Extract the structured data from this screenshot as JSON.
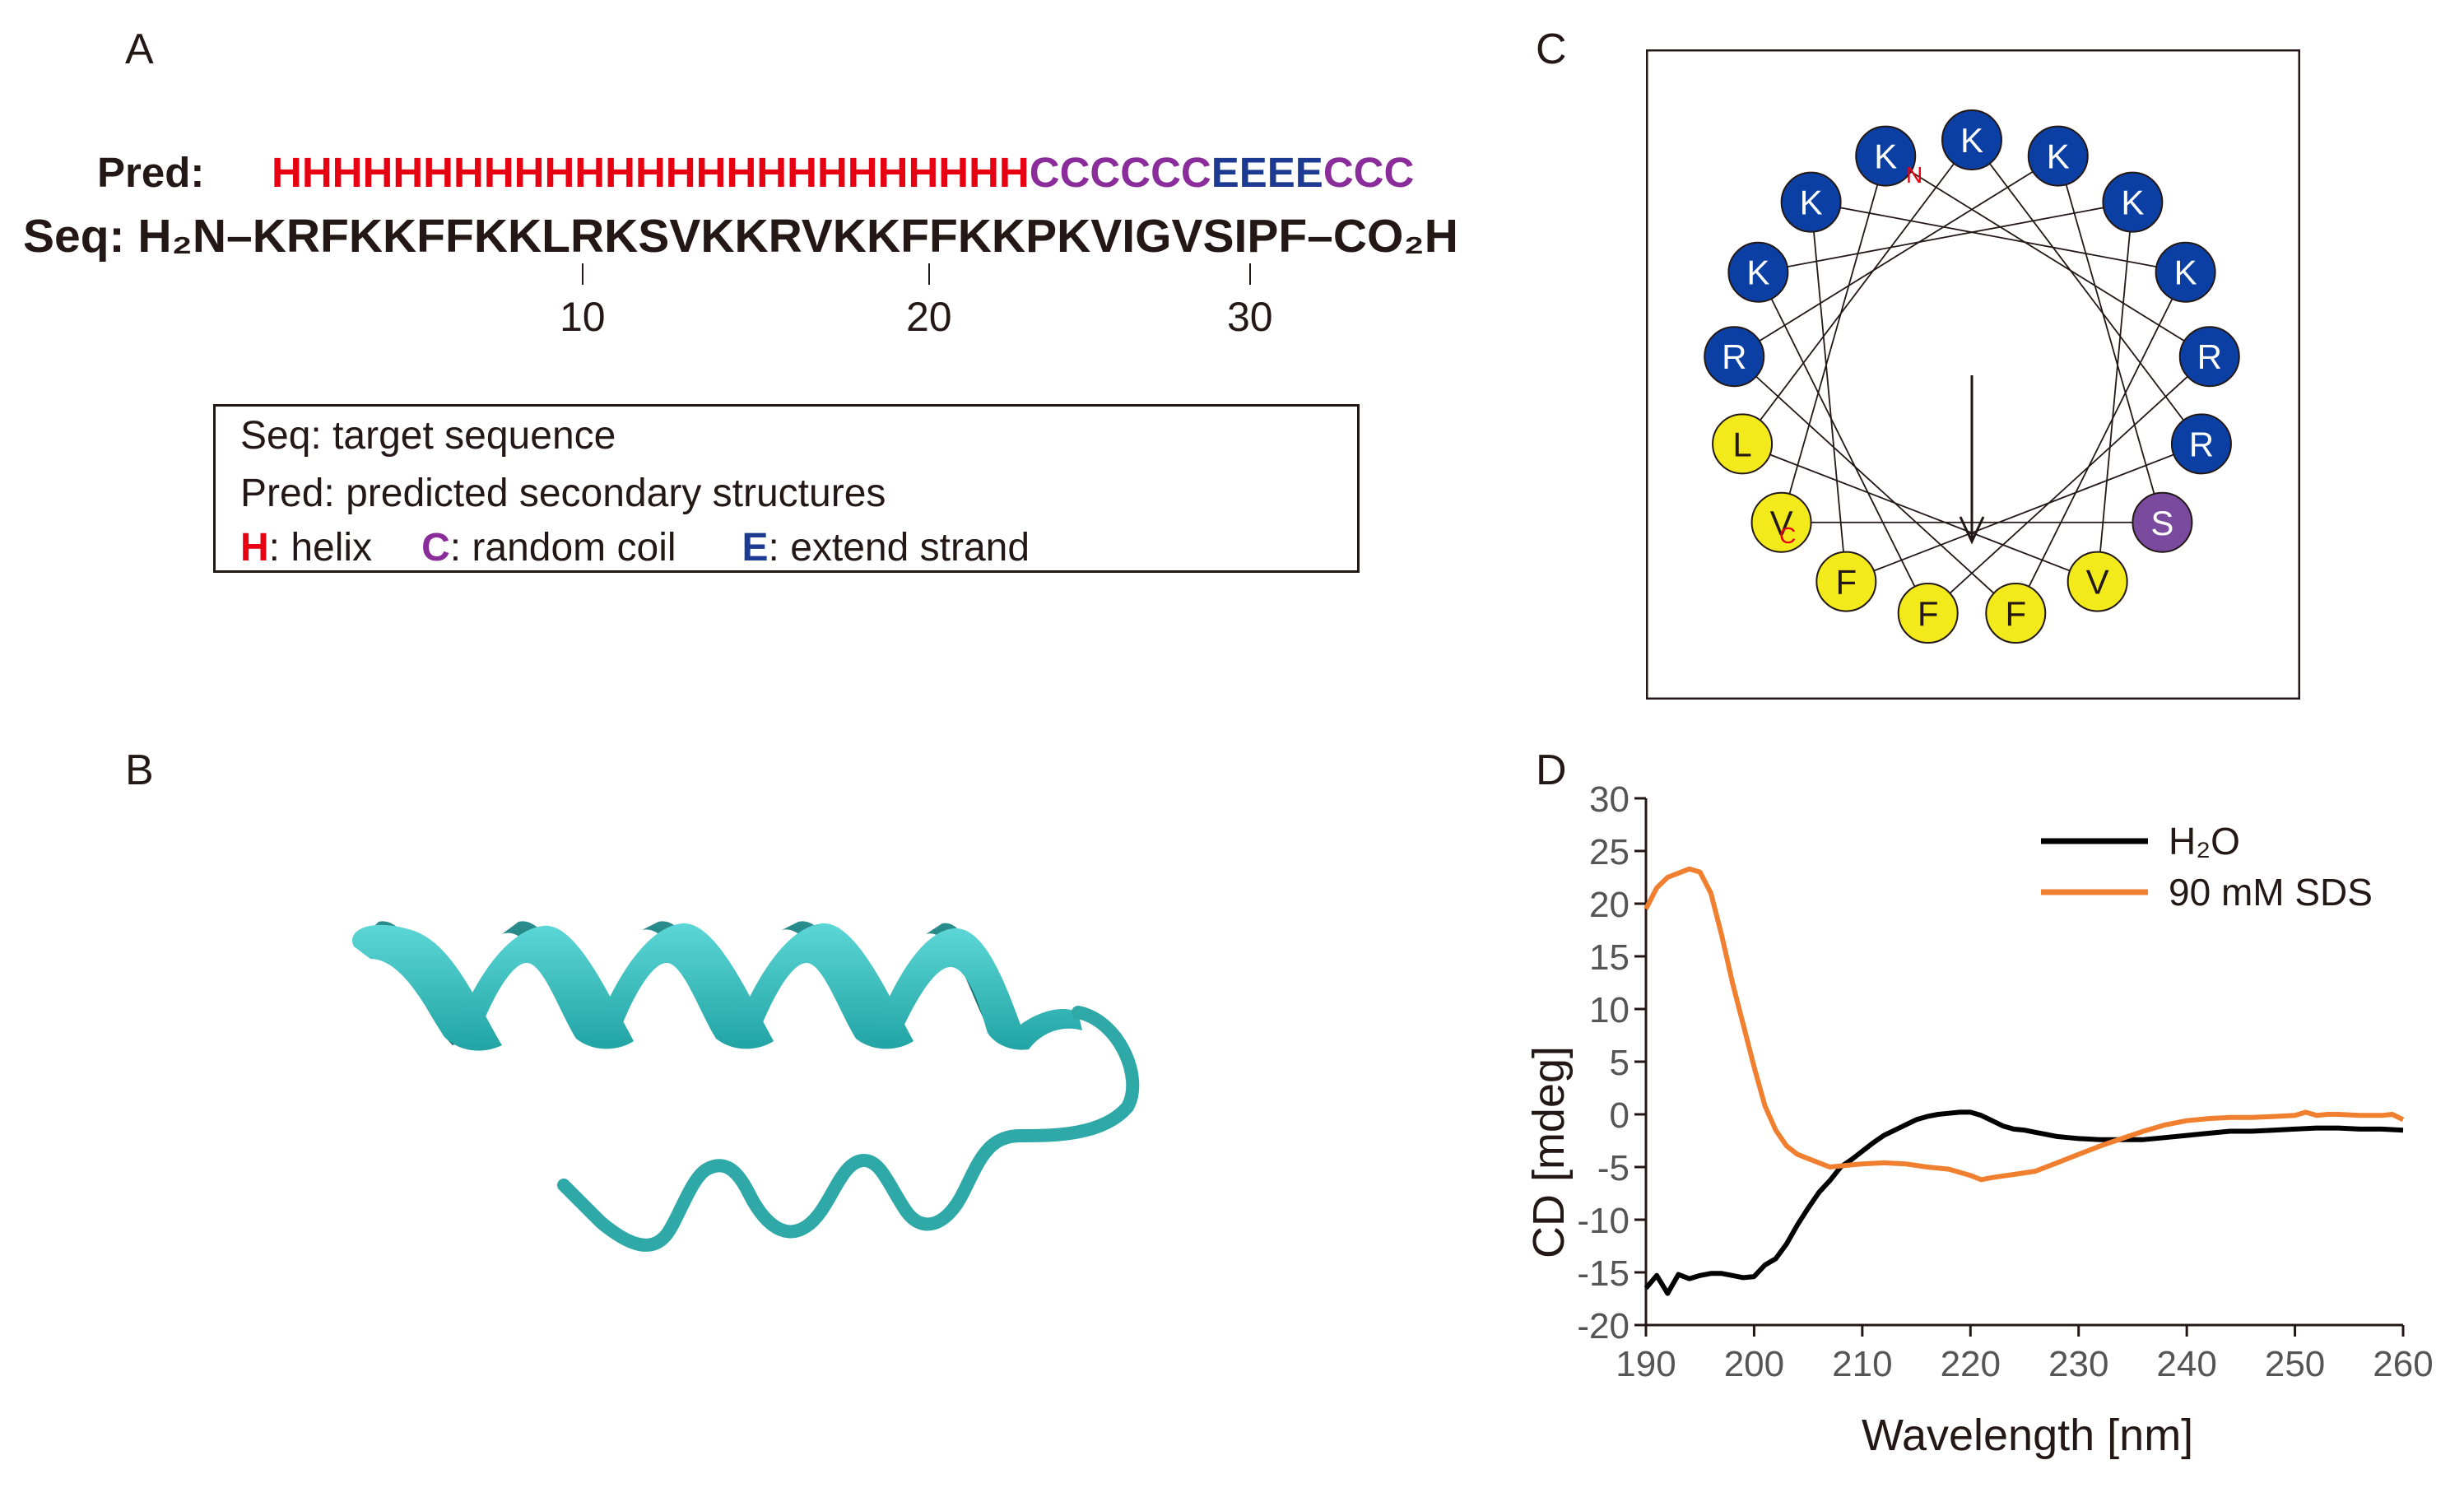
{
  "panels": {
    "a": "A",
    "b": "B",
    "c": "C",
    "d": "D"
  },
  "panel_a": {
    "pred_label": "Pred:",
    "pred_segments": [
      {
        "text": "HHHHHHHHHHHHHHHHHHHHHHHHH",
        "color": "#e60012"
      },
      {
        "text": "CCCCCC",
        "color": "#8b2c9b"
      },
      {
        "text": "EEEE",
        "color": "#1d3a93"
      },
      {
        "text": "CCC",
        "color": "#8b2c9b"
      }
    ],
    "seq_text": "Seq: H₂N–KRFKKFFKKLRKSVKKRVKKFFKKPKVIGVSIPF–CO₂H",
    "ticks": [
      "10",
      "20",
      "30"
    ],
    "legend": {
      "line1": "Seq:  target  sequence",
      "line2": "Pred:  predicted  secondary  structures",
      "h_key": "H",
      "h_desc": ": helix",
      "c_key": "C",
      "c_desc": ": random coil",
      "e_key": "E",
      "e_desc": ": extend strand"
    }
  },
  "panel_c": {
    "residues": [
      "K",
      "K",
      "K",
      "K",
      "K",
      "K",
      "K",
      "R",
      "R",
      "S",
      "V",
      "F",
      "F",
      "F",
      "V",
      "L",
      "R"
    ],
    "n_marker": "N",
    "c_marker": "C",
    "colors": {
      "basic": "#0b3fa4",
      "polar": "#7a4a9e",
      "hydrophobic": "#f2ea1a"
    }
  },
  "chart_data": {
    "type": "line",
    "title": "",
    "xlabel": "Wavelength [nm]",
    "ylabel": "CD [mdeg]",
    "xlim": [
      190,
      260
    ],
    "ylim": [
      -20,
      30
    ],
    "xticks": [
      190,
      200,
      210,
      220,
      230,
      240,
      250,
      260
    ],
    "yticks": [
      -20,
      -15,
      -10,
      -5,
      0,
      5,
      10,
      15,
      20,
      25,
      30
    ],
    "legend_position": "top-right",
    "grid": false,
    "series": [
      {
        "name": "H₂O",
        "color": "#000000",
        "x": [
          190,
          191,
          192,
          193,
          194,
          195,
          196,
          197,
          198,
          199,
          200,
          201,
          202,
          203,
          204,
          205,
          206,
          207,
          208,
          209,
          210,
          211,
          212,
          213,
          214,
          215,
          216,
          217,
          218,
          219,
          220,
          221,
          222,
          223,
          224,
          225,
          226,
          227,
          228,
          229,
          230,
          232,
          234,
          236,
          238,
          240,
          242,
          244,
          246,
          248,
          250,
          252,
          254,
          256,
          258,
          260
        ],
        "y": [
          -16.5,
          -15.3,
          -17,
          -15.2,
          -15.6,
          -15.3,
          -15.1,
          -15.1,
          -15.3,
          -15.5,
          -15.4,
          -14.3,
          -13.7,
          -12.3,
          -10.5,
          -8.9,
          -7.4,
          -6.3,
          -5.0,
          -4.3,
          -3.5,
          -2.7,
          -2.0,
          -1.5,
          -1.0,
          -0.5,
          -0.2,
          0.0,
          0.1,
          0.2,
          0.2,
          -0.1,
          -0.6,
          -1.1,
          -1.4,
          -1.5,
          -1.7,
          -1.9,
          -2.1,
          -2.2,
          -2.3,
          -2.4,
          -2.4,
          -2.4,
          -2.2,
          -2.0,
          -1.8,
          -1.6,
          -1.6,
          -1.5,
          -1.4,
          -1.3,
          -1.3,
          -1.4,
          -1.4,
          -1.5
        ]
      },
      {
        "name": "90 mM SDS",
        "color": "#f08030",
        "x": [
          190,
          191,
          192,
          193,
          194,
          195,
          196,
          197,
          198,
          199,
          200,
          201,
          202,
          203,
          204,
          205,
          206,
          207,
          208,
          209,
          210,
          212,
          214,
          216,
          218,
          220,
          221,
          222,
          224,
          226,
          228,
          230,
          232,
          234,
          236,
          238,
          240,
          242,
          244,
          246,
          248,
          250,
          251,
          252,
          253,
          254,
          256,
          258,
          259,
          260
        ],
        "y": [
          19.5,
          21.5,
          22.5,
          22.9,
          23.3,
          23.0,
          21.0,
          17.0,
          12.5,
          8.5,
          4.5,
          0.8,
          -1.5,
          -3.0,
          -3.8,
          -4.2,
          -4.6,
          -5.0,
          -4.9,
          -4.8,
          -4.7,
          -4.6,
          -4.7,
          -5.0,
          -5.2,
          -5.8,
          -6.2,
          -6.0,
          -5.7,
          -5.4,
          -4.6,
          -3.8,
          -3.0,
          -2.3,
          -1.6,
          -1.0,
          -0.6,
          -0.4,
          -0.3,
          -0.3,
          -0.2,
          -0.1,
          0.2,
          -0.1,
          0.0,
          0.0,
          -0.1,
          -0.1,
          0.0,
          -0.5
        ]
      }
    ]
  }
}
